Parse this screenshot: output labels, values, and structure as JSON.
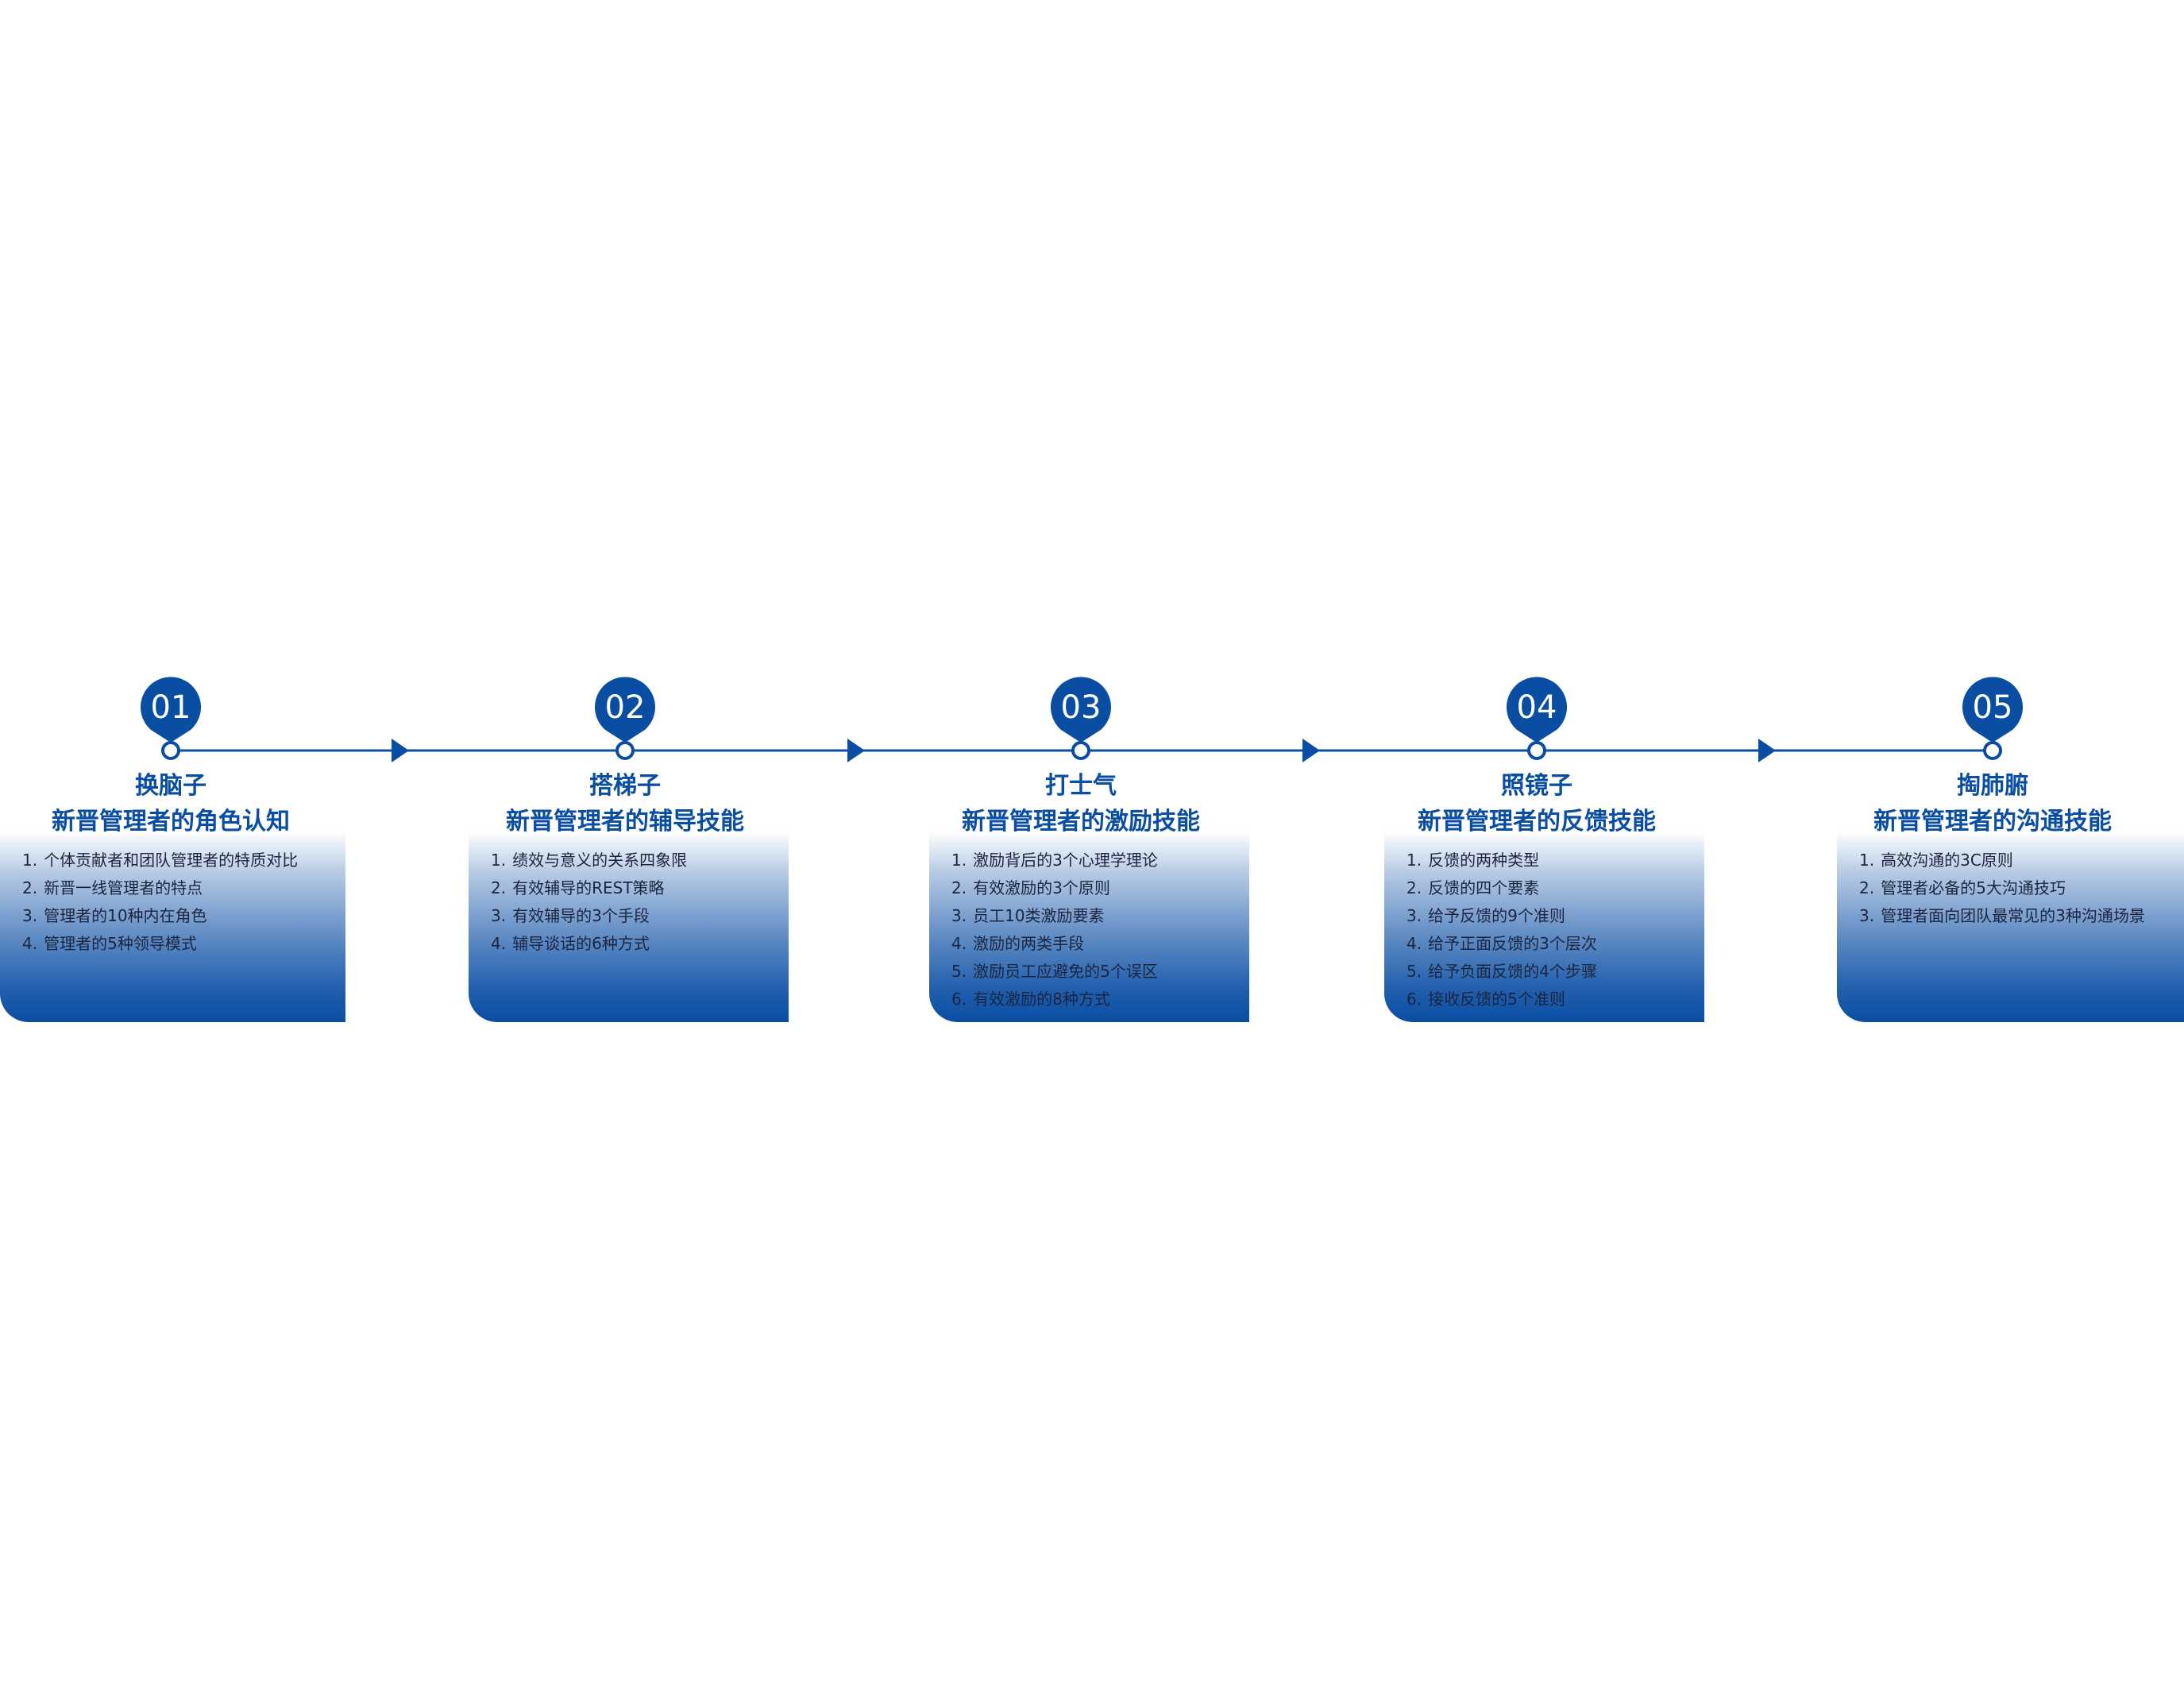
{
  "colors": {
    "primary": "#0a4ea4",
    "text": "#1c2540",
    "background": "#ffffff"
  },
  "steps": [
    {
      "number": "01",
      "title": "换脑子",
      "subtitle": "新晋管理者的角色认知",
      "items": [
        {
          "num": "1.",
          "text": "个体贡献者和团队管理者的特质对比"
        },
        {
          "num": "2.",
          "text": "新晋一线管理者的特点"
        },
        {
          "num": "3.",
          "text": "管理者的10种内在角色"
        },
        {
          "num": "4.",
          "text": "管理者的5种领导模式"
        }
      ]
    },
    {
      "number": "02",
      "title": "搭梯子",
      "subtitle": "新晋管理者的辅导技能",
      "items": [
        {
          "num": "1.",
          "text": "绩效与意义的关系四象限"
        },
        {
          "num": "2.",
          "text": "有效辅导的REST策略"
        },
        {
          "num": "3.",
          "text": "有效辅导的3个手段"
        },
        {
          "num": "4.",
          "text": "辅导谈话的6种方式"
        }
      ]
    },
    {
      "number": "03",
      "title": "打士气",
      "subtitle": "新晋管理者的激励技能",
      "items": [
        {
          "num": "1.",
          "text": "激励背后的3个心理学理论"
        },
        {
          "num": "2.",
          "text": "有效激励的3个原则"
        },
        {
          "num": "3.",
          "text": "员工10类激励要素"
        },
        {
          "num": "4.",
          "text": "激励的两类手段"
        },
        {
          "num": "5.",
          "text": "激励员工应避免的5个误区"
        },
        {
          "num": "6.",
          "text": "有效激励的8种方式"
        }
      ]
    },
    {
      "number": "04",
      "title": "照镜子",
      "subtitle": "新晋管理者的反馈技能",
      "items": [
        {
          "num": "1.",
          "text": "反馈的两种类型"
        },
        {
          "num": "2.",
          "text": "反馈的四个要素"
        },
        {
          "num": "3.",
          "text": "给予反馈的9个准则"
        },
        {
          "num": "4.",
          "text": "给予正面反馈的3个层次"
        },
        {
          "num": "5.",
          "text": "给予负面反馈的4个步骤"
        },
        {
          "num": "6.",
          "text": "接收反馈的5个准则"
        }
      ]
    },
    {
      "number": "05",
      "title": "掏肺腑",
      "subtitle": "新晋管理者的沟通技能",
      "items": [
        {
          "num": "1.",
          "text": "高效沟通的3C原则"
        },
        {
          "num": "2.",
          "text": "管理者必备的5大沟通技巧"
        },
        {
          "num": "3.",
          "text": "管理者面向团队最常见的3种沟通场景"
        }
      ]
    }
  ]
}
